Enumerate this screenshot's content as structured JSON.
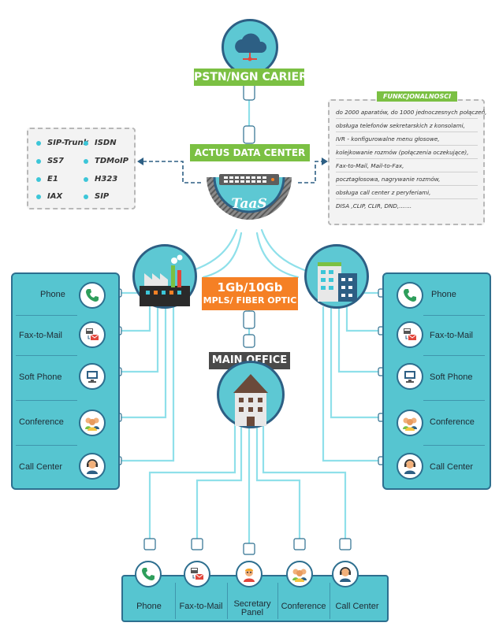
{
  "pstn_banner": "PSTN/NGN CARIER",
  "datacenter_banner": "ACTUS DATA CENTER",
  "taas_label": "TaaS",
  "fiber_box": {
    "line1": "1Gb/10Gb",
    "line2": "MPLS/ FIBER OPTIC"
  },
  "main_office_banner": "MAIN OFFICE",
  "protocols": {
    "left_column": [
      "SIP-Trunk",
      "SS7",
      "E1",
      "IAX"
    ],
    "right_column": [
      "ISDN",
      "TDMoIP",
      "H323",
      "SIP"
    ]
  },
  "functions": {
    "title": "FUNKCJONALNOSCI",
    "items": [
      "do 2000 aparatów, do 1000 jednoczesnych połączeń,",
      "obsługa telefonów sekretarskich z konsolami,",
      "IVR - konfigurowalne menu głosowe,",
      "kolejkowanie rozmów (połączenia oczekujące),",
      "Fax-to-Mail, Mail-to-Fax,",
      "pocztagłosowa, nagrywanie rozmów,",
      "obsługa call center z peryferiami,",
      "DISA ,CLIP, CLIR, DND,......."
    ]
  },
  "left_panel": [
    {
      "label": "Phone",
      "icon": "phone-icon"
    },
    {
      "label": "Fax-to-Mail",
      "icon": "fax-to-mail-icon"
    },
    {
      "label": "Soft Phone",
      "icon": "soft-phone-icon"
    },
    {
      "label": "Conference",
      "icon": "conference-icon"
    },
    {
      "label": "Call Center",
      "icon": "call-center-icon"
    }
  ],
  "right_panel": [
    {
      "label": "Phone",
      "icon": "phone-icon"
    },
    {
      "label": "Fax-to-Mail",
      "icon": "fax-to-mail-icon"
    },
    {
      "label": "Soft Phone",
      "icon": "soft-phone-icon"
    },
    {
      "label": "Conference",
      "icon": "conference-icon"
    },
    {
      "label": "Call Center",
      "icon": "call-center-icon"
    }
  ],
  "bottom_panel": [
    {
      "label": "Phone",
      "icon": "phone-icon"
    },
    {
      "label": "Fax-to-Mail",
      "icon": "fax-to-mail-icon"
    },
    {
      "label": "Secretary\nPanel",
      "icon": "secretary-icon"
    },
    {
      "label": "Conference",
      "icon": "conference-icon"
    },
    {
      "label": "Call Center",
      "icon": "call-center-icon"
    }
  ],
  "colors": {
    "green": "#7bc043",
    "orange": "#f58025",
    "teal": "#56c5d0",
    "navy": "#2d6f8f",
    "cable": "#8fe0ea"
  }
}
